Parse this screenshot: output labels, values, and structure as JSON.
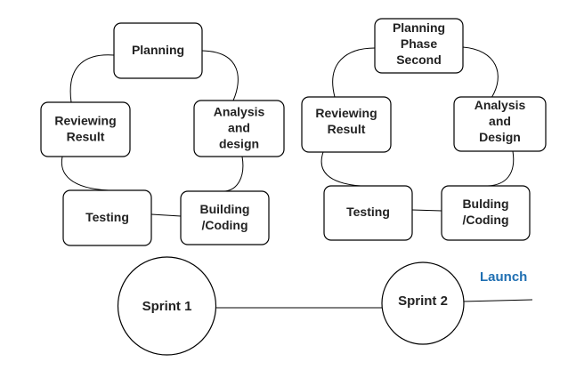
{
  "cycles": [
    {
      "planning": [
        "Planning"
      ],
      "analysis": [
        "Analysis",
        "and",
        "design"
      ],
      "building": [
        "Building",
        "/Coding"
      ],
      "testing": [
        "Testing"
      ],
      "reviewing": [
        "Reviewing",
        "Result"
      ]
    },
    {
      "planning": [
        "Planning",
        "Phase",
        "Second"
      ],
      "analysis": [
        "Analysis",
        "and",
        "Design"
      ],
      "building": [
        "Bulding",
        "/Coding"
      ],
      "testing": [
        "Testing"
      ],
      "reviewing": [
        "Reviewing",
        "Result"
      ]
    }
  ],
  "timeline": {
    "sprint1": "Sprint 1",
    "sprint2": "Sprint 2",
    "launch": "Launch"
  },
  "colors": {
    "launch": "#1F6FB2",
    "sprint_link": "#2E5E5E"
  }
}
